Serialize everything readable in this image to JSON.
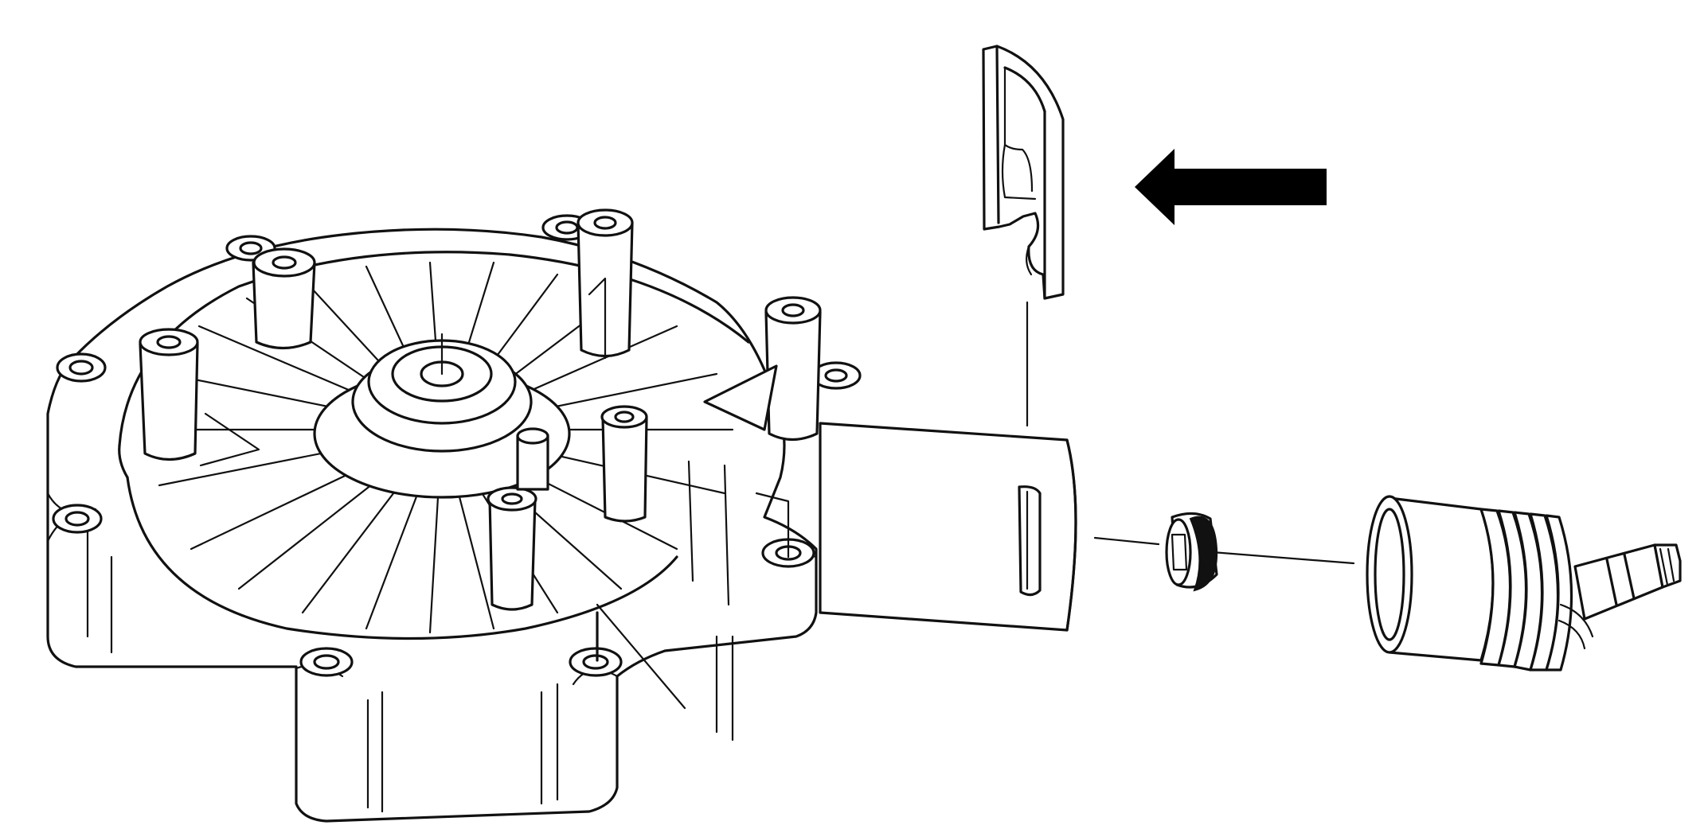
{
  "diagram": {
    "background": "#ffffff",
    "line_color": "#111111",
    "arrow": {
      "direction": "left",
      "color": "#000000",
      "icon": "arrow-left-icon"
    },
    "parts": [
      {
        "id": "pump-housing",
        "icon": "pump-housing-icon"
      },
      {
        "id": "retaining-clip",
        "icon": "retaining-clip-icon"
      },
      {
        "id": "seal-washer",
        "icon": "seal-washer-icon"
      },
      {
        "id": "hose-connector",
        "icon": "hose-connector-icon"
      }
    ]
  }
}
